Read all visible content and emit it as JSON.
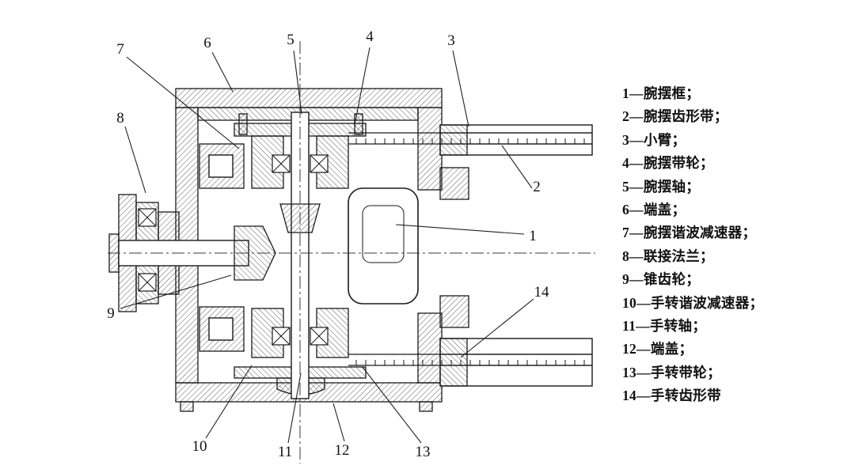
{
  "callouts": {
    "c1": "1",
    "c2": "2",
    "c3": "3",
    "c4": "4",
    "c5": "5",
    "c6": "6",
    "c7": "7",
    "c8": "8",
    "c9": "9",
    "c10": "10",
    "c11": "11",
    "c12": "12",
    "c13": "13",
    "c14": "14"
  },
  "legend": [
    "1—腕摆框；",
    "2—腕摆齿形带；",
    "3—小臂；",
    "4—腕摆带轮；",
    "5—腕摆轴；",
    "6—端盖；",
    "7—腕摆谐波减速器；",
    "8—联接法兰；",
    "9—锥齿轮；",
    "10—手转谐波减速器；",
    "11—手转轴；",
    "12—端盖；",
    "13—手转带轮；",
    "14—手转齿形带"
  ]
}
